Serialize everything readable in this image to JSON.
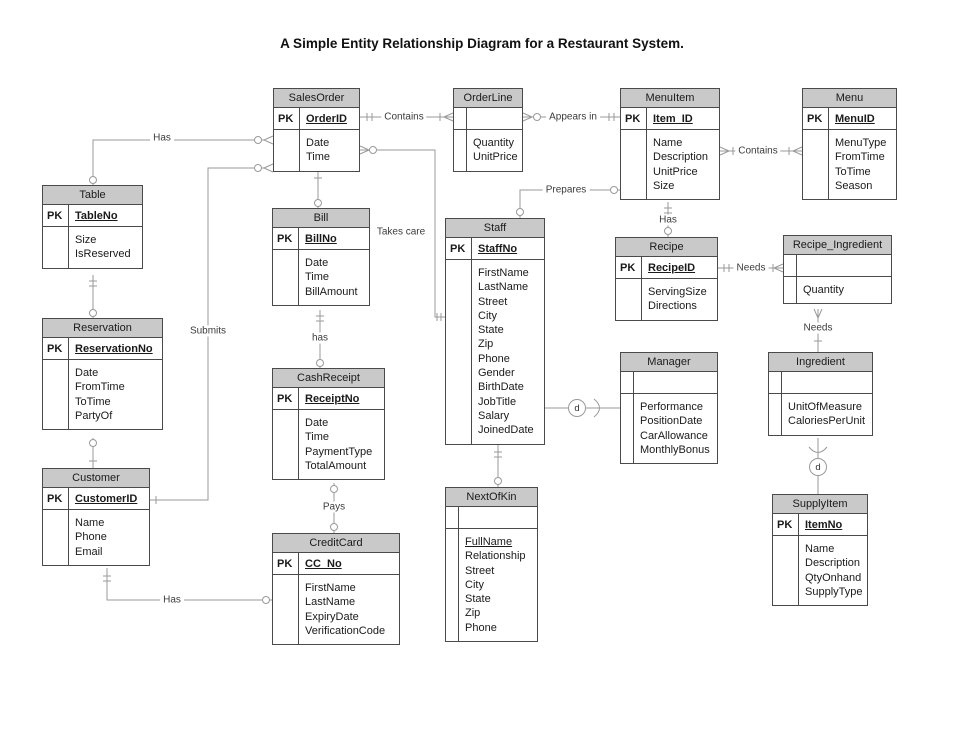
{
  "title": "A Simple Entity Relationship Diagram for a Restaurant System.",
  "colors": {
    "entity_header_fill": "#c9c9c9",
    "entity_border": "#4a4a4a",
    "connector_line": "#9a9a9a"
  },
  "entities": [
    {
      "key": "salesOrder",
      "name": "SalesOrder",
      "pk_label": "PK",
      "pk": "OrderID",
      "attributes": [
        "Date",
        "Time"
      ]
    },
    {
      "key": "orderLine",
      "name": "OrderLine",
      "pk_label": "",
      "pk": "",
      "attributes": [
        "Quantity",
        "UnitPrice"
      ]
    },
    {
      "key": "menuItem",
      "name": "MenuItem",
      "pk_label": "PK",
      "pk": "Item_ID",
      "attributes": [
        "Name",
        "Description",
        "UnitPrice",
        "Size"
      ]
    },
    {
      "key": "menu",
      "name": "Menu",
      "pk_label": "PK",
      "pk": "MenuID",
      "attributes": [
        "MenuType",
        "FromTime",
        "ToTime",
        "Season"
      ]
    },
    {
      "key": "table",
      "name": "Table",
      "pk_label": "PK",
      "pk": "TableNo",
      "attributes": [
        "Size",
        "IsReserved"
      ]
    },
    {
      "key": "bill",
      "name": "Bill",
      "pk_label": "PK",
      "pk": "BillNo",
      "attributes": [
        "Date",
        "Time",
        "BillAmount"
      ]
    },
    {
      "key": "staff",
      "name": "Staff",
      "pk_label": "PK",
      "pk": "StaffNo",
      "attributes": [
        "FirstName",
        "LastName",
        "Street",
        "City",
        "State",
        "Zip",
        "Phone",
        "Gender",
        "BirthDate",
        "JobTitle",
        "Salary",
        "JoinedDate"
      ]
    },
    {
      "key": "recipe",
      "name": "Recipe",
      "pk_label": "PK",
      "pk": "RecipeID",
      "attributes": [
        "ServingSize",
        "Directions"
      ]
    },
    {
      "key": "recipeIngredient",
      "name": "Recipe_Ingredient",
      "pk_label": "",
      "pk": "",
      "attributes": [
        "Quantity"
      ]
    },
    {
      "key": "reservation",
      "name": "Reservation",
      "pk_label": "PK",
      "pk": "ReservationNo",
      "attributes": [
        "Date",
        "FromTime",
        "ToTime",
        "PartyOf"
      ]
    },
    {
      "key": "manager",
      "name": "Manager",
      "pk_label": "",
      "pk": "",
      "attributes": [
        "Performance",
        "PositionDate",
        "CarAllowance",
        "MonthlyBonus"
      ]
    },
    {
      "key": "ingredient",
      "name": "Ingredient",
      "pk_label": "",
      "pk": "",
      "attributes": [
        "UnitOfMeasure",
        "CaloriesPerUnit"
      ]
    },
    {
      "key": "cashReceipt",
      "name": "CashReceipt",
      "pk_label": "PK",
      "pk": "ReceiptNo",
      "attributes": [
        "Date",
        "Time",
        "PaymentType",
        "TotalAmount"
      ]
    },
    {
      "key": "customer",
      "name": "Customer",
      "pk_label": "PK",
      "pk": "CustomerID",
      "attributes": [
        "Name",
        "Phone",
        "Email"
      ]
    },
    {
      "key": "nextOfKin",
      "name": "NextOfKin",
      "pk_label": "",
      "pk": "",
      "attributes": [
        {
          "text": "FullName",
          "underline": true
        },
        "Relationship",
        "Street",
        "City",
        "State",
        "Zip",
        "Phone"
      ]
    },
    {
      "key": "supplyItem",
      "name": "SupplyItem",
      "pk_label": "PK",
      "pk": "ItemNo",
      "attributes": [
        "Name",
        "Description",
        "QtyOnhand",
        "SupplyType"
      ]
    },
    {
      "key": "creditCard",
      "name": "CreditCard",
      "pk_label": "PK",
      "pk": "CC_No",
      "attributes": [
        "FirstName",
        "LastName",
        "ExpiryDate",
        "VerificationCode"
      ]
    }
  ],
  "relationships": {
    "has_table_salesorder": "Has",
    "contains_salesorder_orderline": "Contains",
    "appears_in_orderline_menuitem": "Appears in",
    "contains_menuitem_menu": "Contains",
    "prepares_staff_menuitem": "Prepares",
    "takes_care_salesorder_staff": "Takes care",
    "has_menuitem_recipe": "Has",
    "needs_recipe_recipeingredient": "Needs",
    "submits_customer_salesorder": "Submits",
    "has_bill_cashreceipt": "has",
    "needs_recipeingredient_ingredient": "Needs",
    "pays_cashreceipt_creditcard": "Pays",
    "has_customer_creditcard": "Has"
  },
  "subtype_indicator": "d"
}
